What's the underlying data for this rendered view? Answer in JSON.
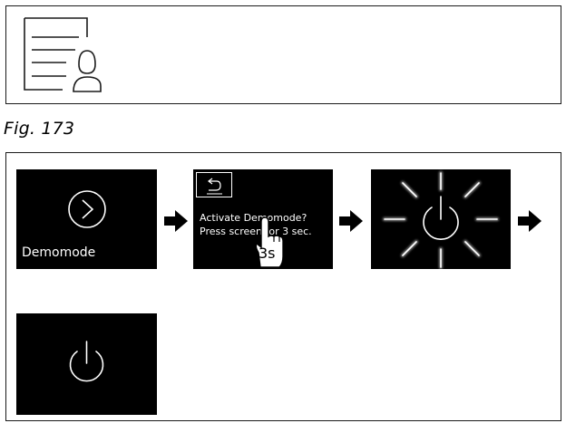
{
  "figure": {
    "caption": "Fig. 173"
  },
  "icons": {
    "top": "document-person-icon",
    "screen1": "chevron-right-circle-icon",
    "screen2_back": "back-arrow-icon",
    "screen2_hand": "hand-press-icon",
    "screen3": "power-blinking-icon",
    "screen4": "power-icon",
    "arrows": "arrow-right-icon"
  },
  "screens": {
    "s1": {
      "label": "Demomode"
    },
    "s2": {
      "line1": "Activate Demomode?",
      "line2": "Press screen for 3 sec.",
      "press_duration": "3s"
    }
  },
  "colors": {
    "screen_bg": "#000000",
    "screen_fg": "#ffffff",
    "border": "#1a1a1a"
  }
}
